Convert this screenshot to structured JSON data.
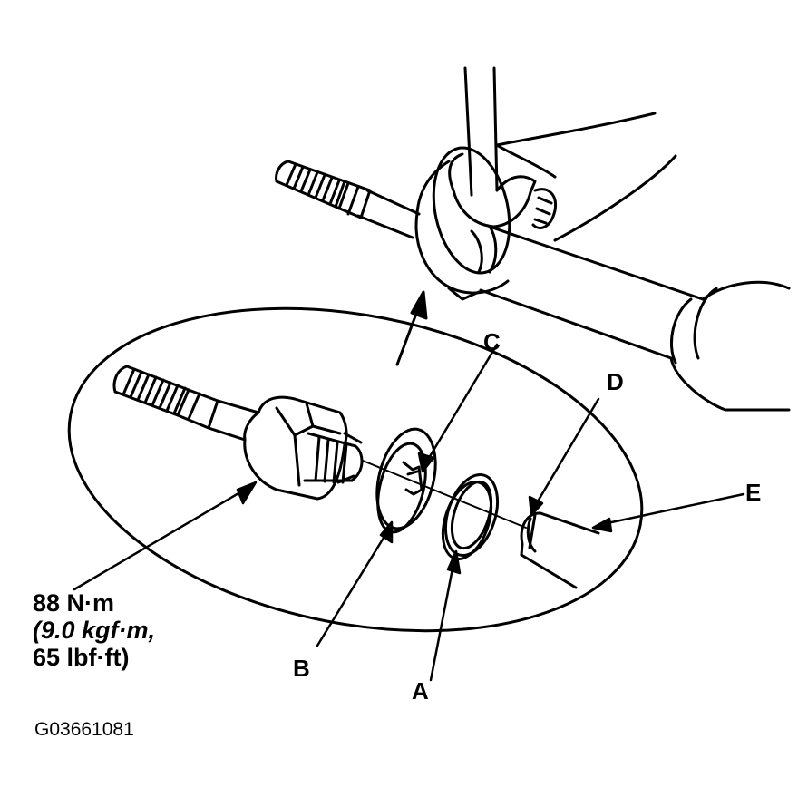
{
  "callouts": {
    "A": "A",
    "B": "B",
    "C": "C",
    "D": "D",
    "E": "E"
  },
  "torque": {
    "line1": "88 N·m",
    "line2": "(9.0 kgf·m,",
    "line3": "65 lbf·ft)"
  },
  "figure_code": "G03661081"
}
